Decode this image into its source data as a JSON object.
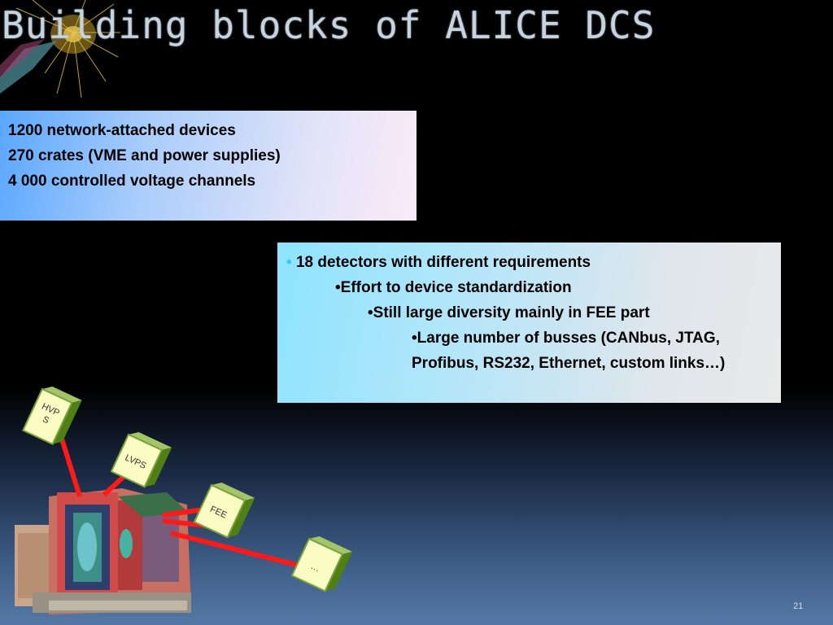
{
  "slide": {
    "title": "Building blocks of ALICE DCS",
    "page_number": "21"
  },
  "box1": {
    "lines": [
      "1200 network-attached devices",
      "270 crates (VME and power supplies)",
      "4 000 controlled voltage channels"
    ]
  },
  "box2": {
    "bullet": "•",
    "lines": [
      "18 detectors with different requirements",
      "•Effort to device standardization",
      "•Still large diversity mainly in FEE part",
      "•Large number of busses (CANbus, JTAG, Profibus, RS232, Ethernet, custom links…)"
    ]
  },
  "diagram": {
    "module_labels": [
      "HVP",
      "S",
      "LVPS",
      "FEE",
      "…"
    ],
    "colors": {
      "module_face": "#fbfbc4",
      "module_side": "#5b8d1a",
      "link": "#ff1a1a"
    }
  }
}
